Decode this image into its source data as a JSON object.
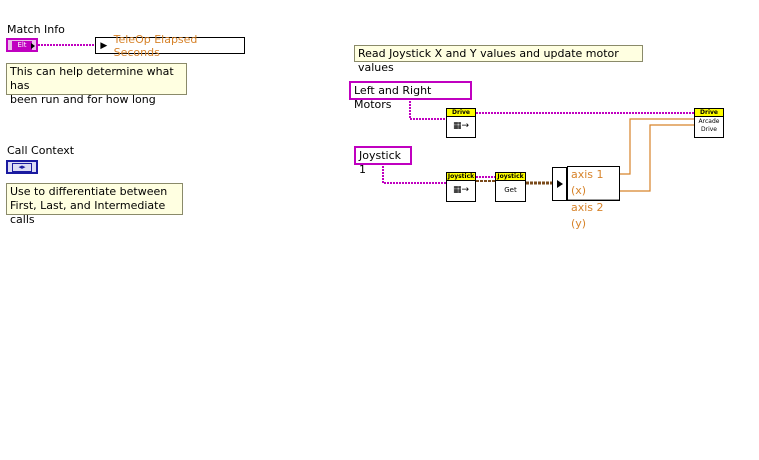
{
  "match_info": {
    "label": "Match Info",
    "icon_text": "Elt",
    "output_text": "TeleOp Elapsed Seconds",
    "comment_line1": "This can help determine what has",
    "comment_line2": "been run and for how long"
  },
  "call_context": {
    "label": "Call Context",
    "comment_line1": "Use to differentiate between",
    "comment_line2": "First, Last, and Intermediate calls"
  },
  "main": {
    "comment": "Read Joystick X and Y values and update motor values",
    "motors_ref": "Left and Right Motors",
    "joystick_ref": "Joystick 1",
    "drive_ref_header": "Drive",
    "joystick_ref_header": "Joystick",
    "joystick_get_header": "Joystick",
    "joystick_get_body": "Get",
    "arcade_header": "Drive",
    "arcade_body_line1": "Arcade",
    "arcade_body_line2": "Drive",
    "axis1": "axis 1 (x)",
    "axis2": "axis 2 (y)"
  },
  "colors": {
    "refnum_wire": "#c000c0",
    "numeric_wire": "#d7832a",
    "vi_header": "#ffff00",
    "comment_bg": "#ffffe1"
  }
}
